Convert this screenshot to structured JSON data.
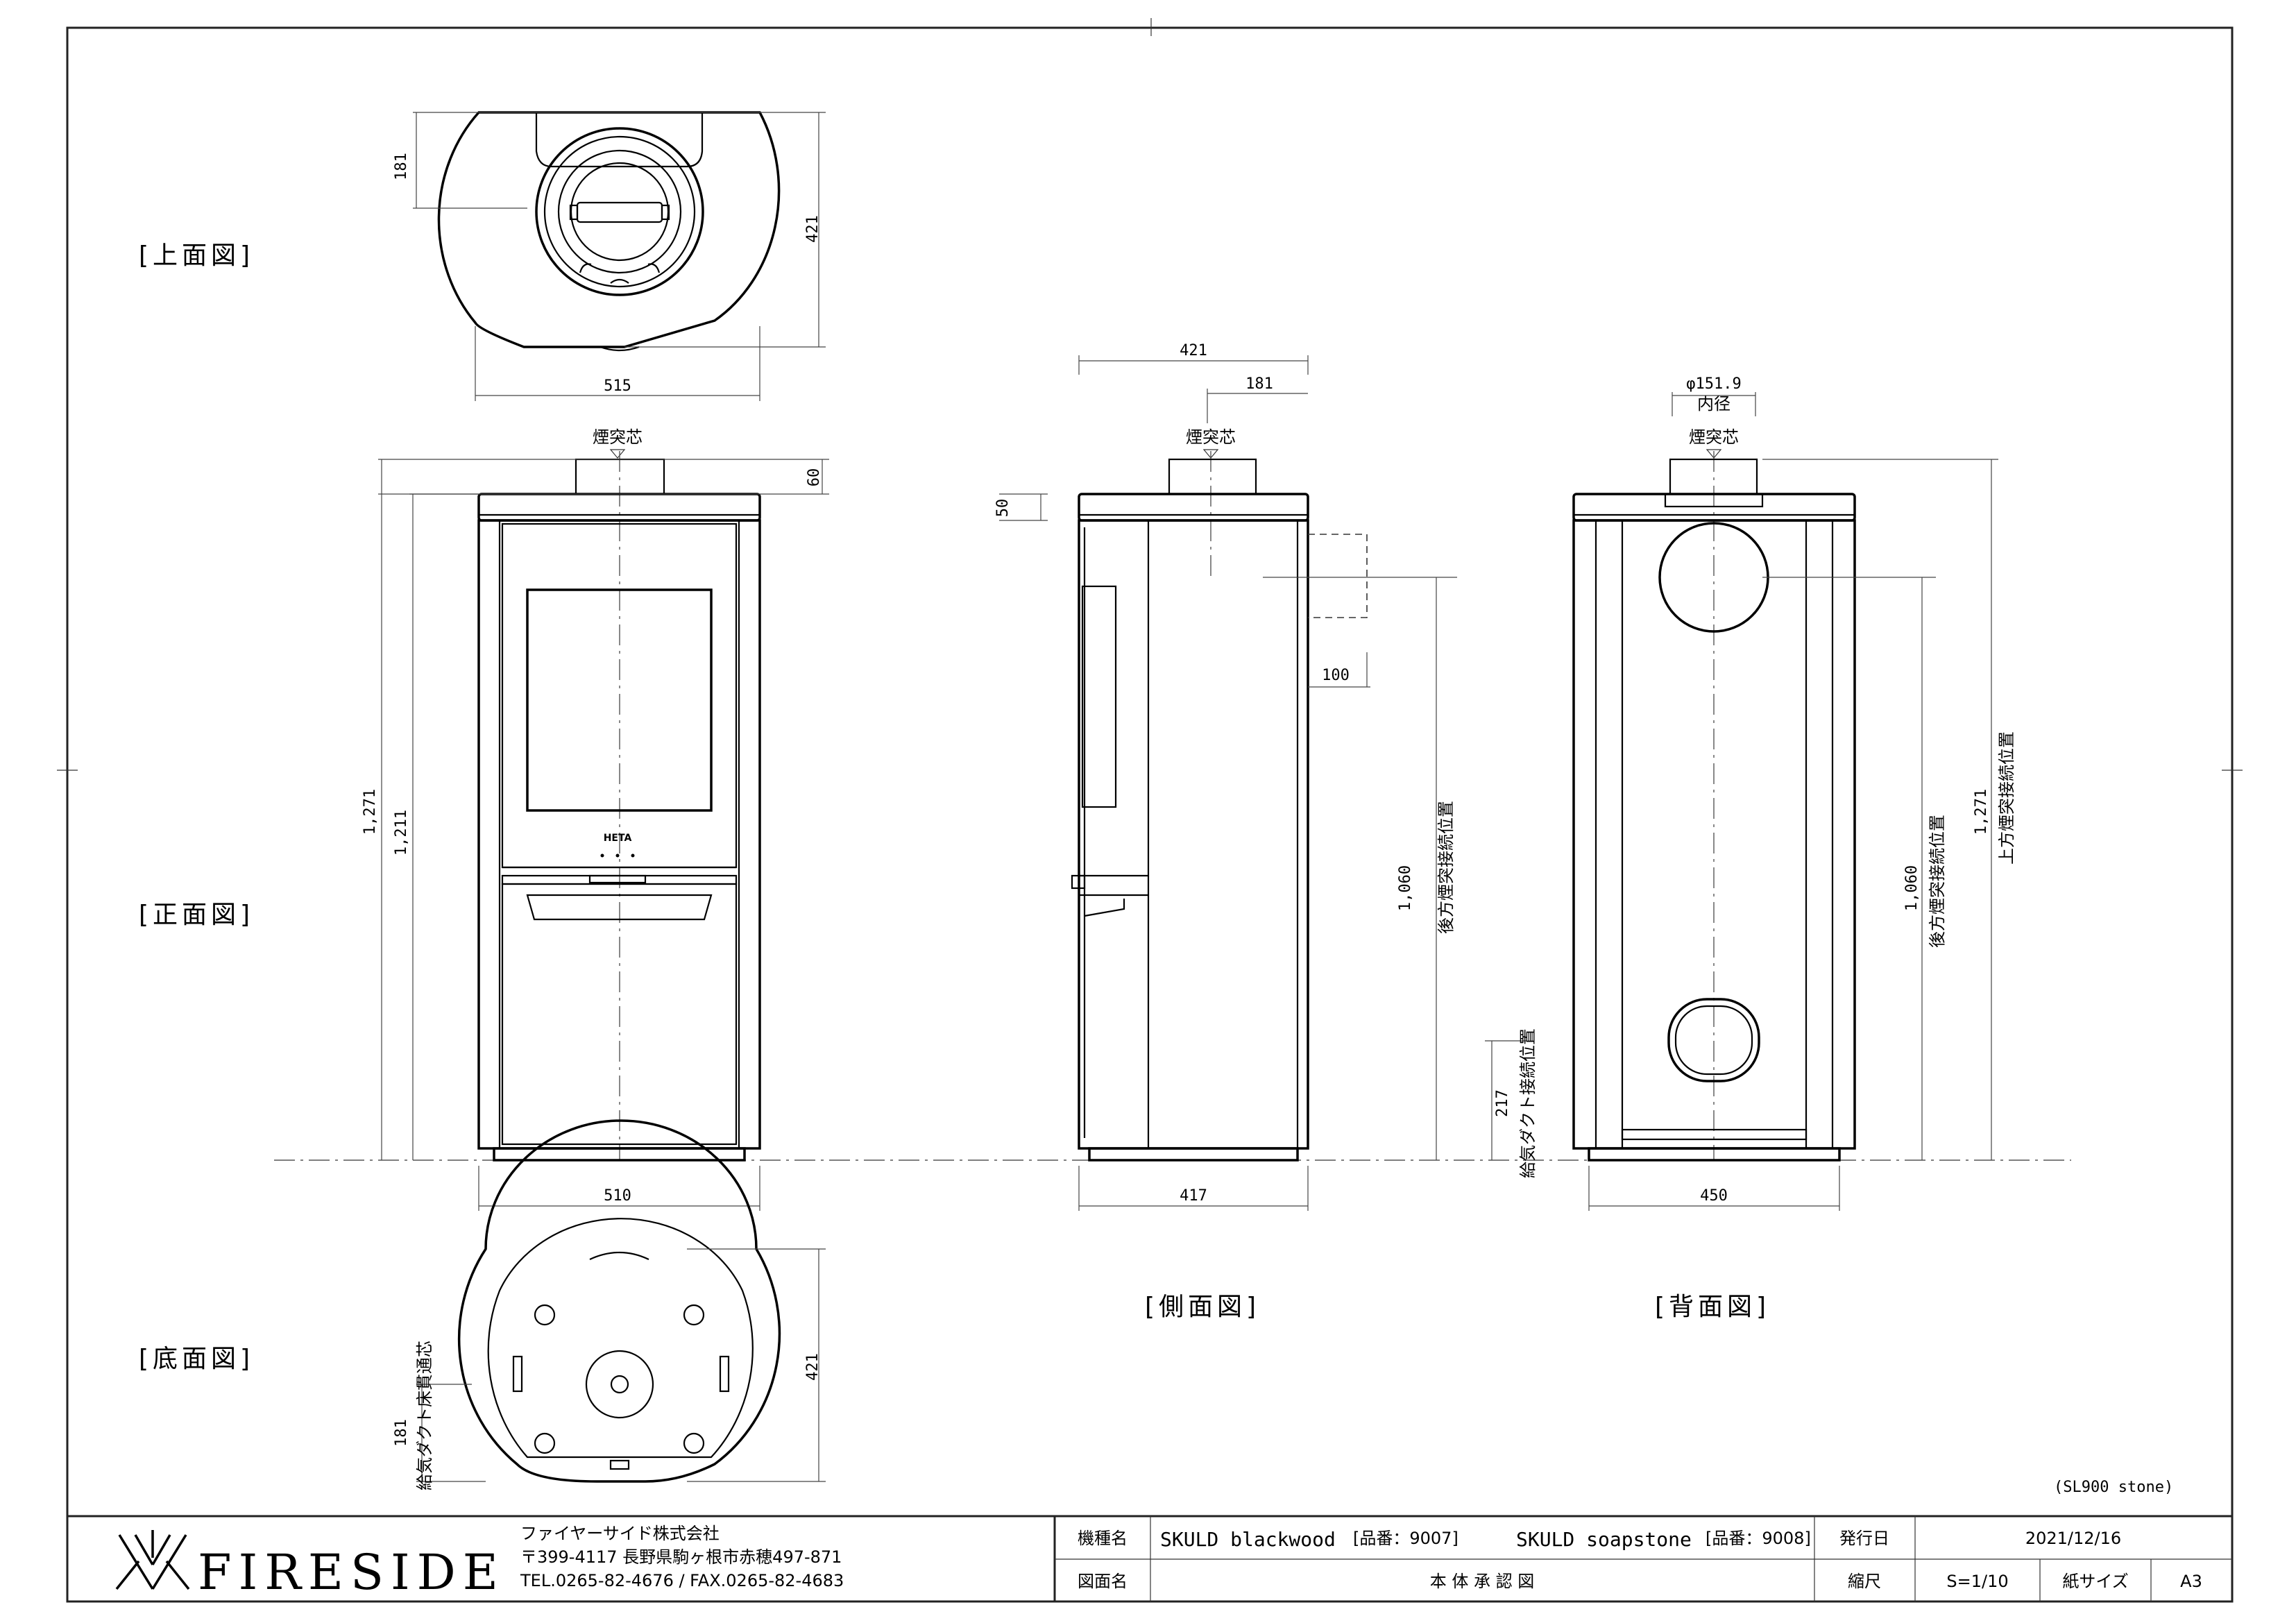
{
  "views": {
    "top": "[上面図]",
    "front": "[正面図]",
    "side": "[側面図]",
    "back": "[背面図]",
    "bottom": "[底面図]"
  },
  "dimensions": {
    "top_width": "515",
    "top_depth": "421",
    "top_offset": "181",
    "front_base_width": "510",
    "front_total_height": "1,271",
    "front_body_height": "1,211",
    "front_top_height": "60",
    "side_depth": "421",
    "side_offset": "181",
    "side_top_height": "50",
    "side_duct_dim": "100",
    "side_base_width": "417",
    "side_rear_outlet_height": "1,060",
    "side_rear_outlet_label": "後方煙突接続位置",
    "side_air_height": "217",
    "side_air_label": "給気ダクト接続位置",
    "back_diameter": "φ151.9",
    "back_inner": "内径",
    "back_base_width": "450",
    "back_rear_outlet_height": "1,060",
    "back_rear_outlet_label": "後方煙突接続位置",
    "back_top_height": "1,271",
    "back_top_label": "上方煙突接続位置",
    "bottom_depth": "421",
    "bottom_offset": "181",
    "bottom_offset_label": "給気ダクト床貫通芯"
  },
  "labels": {
    "chimney_center": "煙突芯",
    "model_note": "(SL900 stone)",
    "door_badge": "HETA"
  },
  "title_block": {
    "company_name": "ファイヤーサイド株式会社",
    "address": "〒399-4117 長野県駒ヶ根市赤穂497-871",
    "contact": "TEL.0265-82-4676 / FAX.0265-82-4683",
    "logo_text": "FIRESIDE",
    "model_label": "機種名",
    "model_1": "SKULD blackwood",
    "model_1_code": "[品番：9007]",
    "model_2": "SKULD soapstone",
    "model_2_code": "[品番：9008]",
    "issue_label": "発行日",
    "issue_date": "2021/12/16",
    "drawing_label": "図面名",
    "drawing_name": "本 体 承 認 図",
    "scale_label": "縮尺",
    "scale_value": "S=1/10",
    "paper_label": "紙サイズ",
    "paper_value": "A3"
  }
}
